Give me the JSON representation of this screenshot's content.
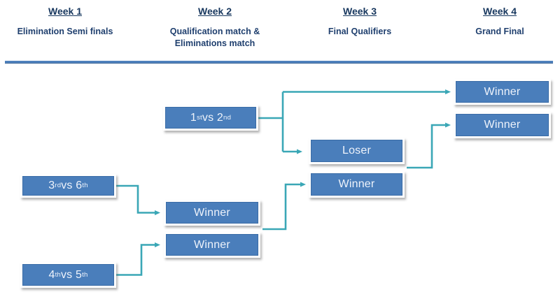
{
  "header": {
    "columns": [
      {
        "week": "Week 1",
        "subtitle_lines": [
          "Elimination Semi finals"
        ]
      },
      {
        "week": "Week 2",
        "subtitle_lines": [
          "Qualification match &",
          "Eliminations match"
        ]
      },
      {
        "week": "Week 3",
        "subtitle_lines": [
          "Final Qualifiers"
        ]
      },
      {
        "week": "Week 4",
        "subtitle_lines": [
          "Grand Final"
        ]
      }
    ]
  },
  "bracket": {
    "boxes": [
      {
        "id": "match-1st-vs-2nd",
        "parts": [
          {
            "t": "1"
          },
          {
            "s": "st"
          },
          {
            "t": " vs 2"
          },
          {
            "s": "nd"
          }
        ]
      },
      {
        "id": "week4-winner-top",
        "parts": [
          {
            "t": "Winner"
          }
        ]
      },
      {
        "id": "week4-winner-bottom",
        "parts": [
          {
            "t": "Winner"
          }
        ]
      },
      {
        "id": "week3-loser",
        "parts": [
          {
            "t": "Loser"
          }
        ]
      },
      {
        "id": "week3-winner",
        "parts": [
          {
            "t": "Winner"
          }
        ]
      },
      {
        "id": "week2-winner-top",
        "parts": [
          {
            "t": "Winner"
          }
        ]
      },
      {
        "id": "week2-winner-bottom",
        "parts": [
          {
            "t": "Winner"
          }
        ]
      },
      {
        "id": "match-3rd-vs-6th",
        "parts": [
          {
            "t": "3"
          },
          {
            "s": "rd"
          },
          {
            "t": " vs 6"
          },
          {
            "s": "th"
          }
        ]
      },
      {
        "id": "match-4th-vs-5th",
        "parts": [
          {
            "t": "4"
          },
          {
            "s": "th"
          },
          {
            "t": " vs 5"
          },
          {
            "s": "th"
          }
        ]
      }
    ]
  },
  "colors": {
    "header_text": "#17375e",
    "divider": "#4f81bd",
    "box_fill": "#4a7ebb",
    "box_border": "#3a6ca6",
    "box_text": "#eef3fb",
    "connector": "#3aa7b6",
    "shadow": "#c9c9c9"
  }
}
